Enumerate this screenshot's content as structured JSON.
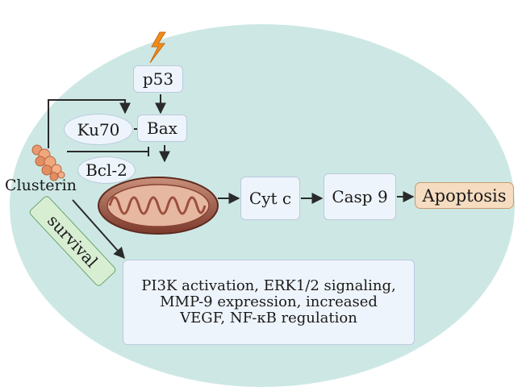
{
  "labels": {
    "p53": "p53",
    "bax": "Bax",
    "ku70": "Ku70",
    "bcl2": "Bcl-2",
    "clusterin": "Clusterin",
    "cyt_c": "Cyt c",
    "casp9": "Casp 9",
    "apoptosis": "Apoptosis",
    "survival": "survival",
    "pathways": "PI3K activation, ERK1/2 signaling,\nMMP-9 expression, increased\nVEGF, NF-κB regulation"
  },
  "colors": {
    "background_cell": "#cde8e4",
    "node_fill": "#eef4fb",
    "node_border": "#b8c9de",
    "apoptosis_fill": "#f6dcc0",
    "survival_fill": "#d8eed3",
    "arrow": "#2a2a2a",
    "lightning": "#f08c1e"
  },
  "icons": [
    "lightning-icon",
    "mitochondrion-icon",
    "clusterin-protein-icon"
  ]
}
